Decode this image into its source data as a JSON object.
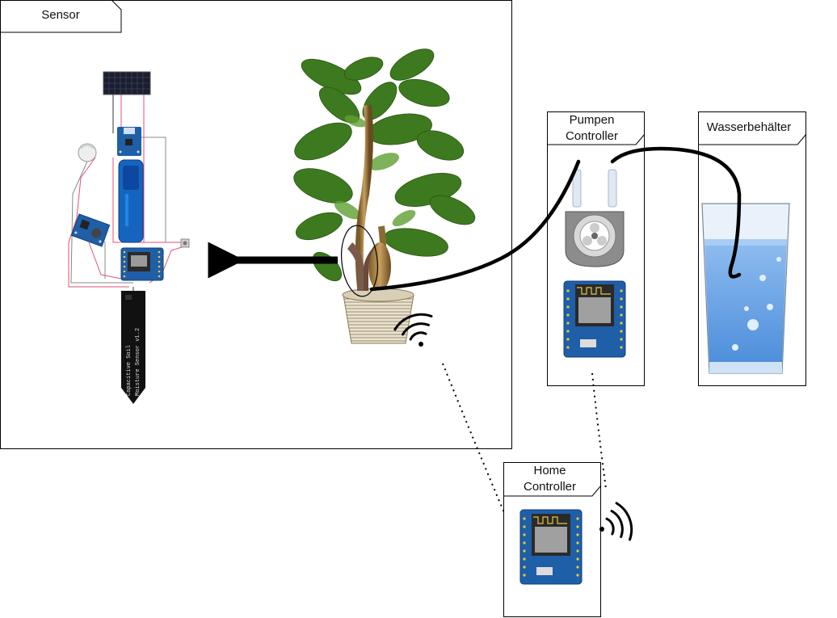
{
  "frames": {
    "sensor": {
      "label": "Sensor"
    },
    "pumpen": {
      "label_line1": "Pumpen",
      "label_line2": "Controller"
    },
    "wasser": {
      "label": "Wasserbehälter"
    },
    "home": {
      "label_line1": "Home",
      "label_line2": "Controller"
    }
  },
  "sensor_probe": {
    "text_line1": "Capacitive Soil",
    "text_line2": "Moisture Sensor v1.2"
  },
  "colors": {
    "board_blue": "#1f5fa8",
    "battery_blue": "#1565c0",
    "leaf_green": "#3d7a1f",
    "water_blue": "#6fa8e6",
    "probe_black": "#111111"
  }
}
